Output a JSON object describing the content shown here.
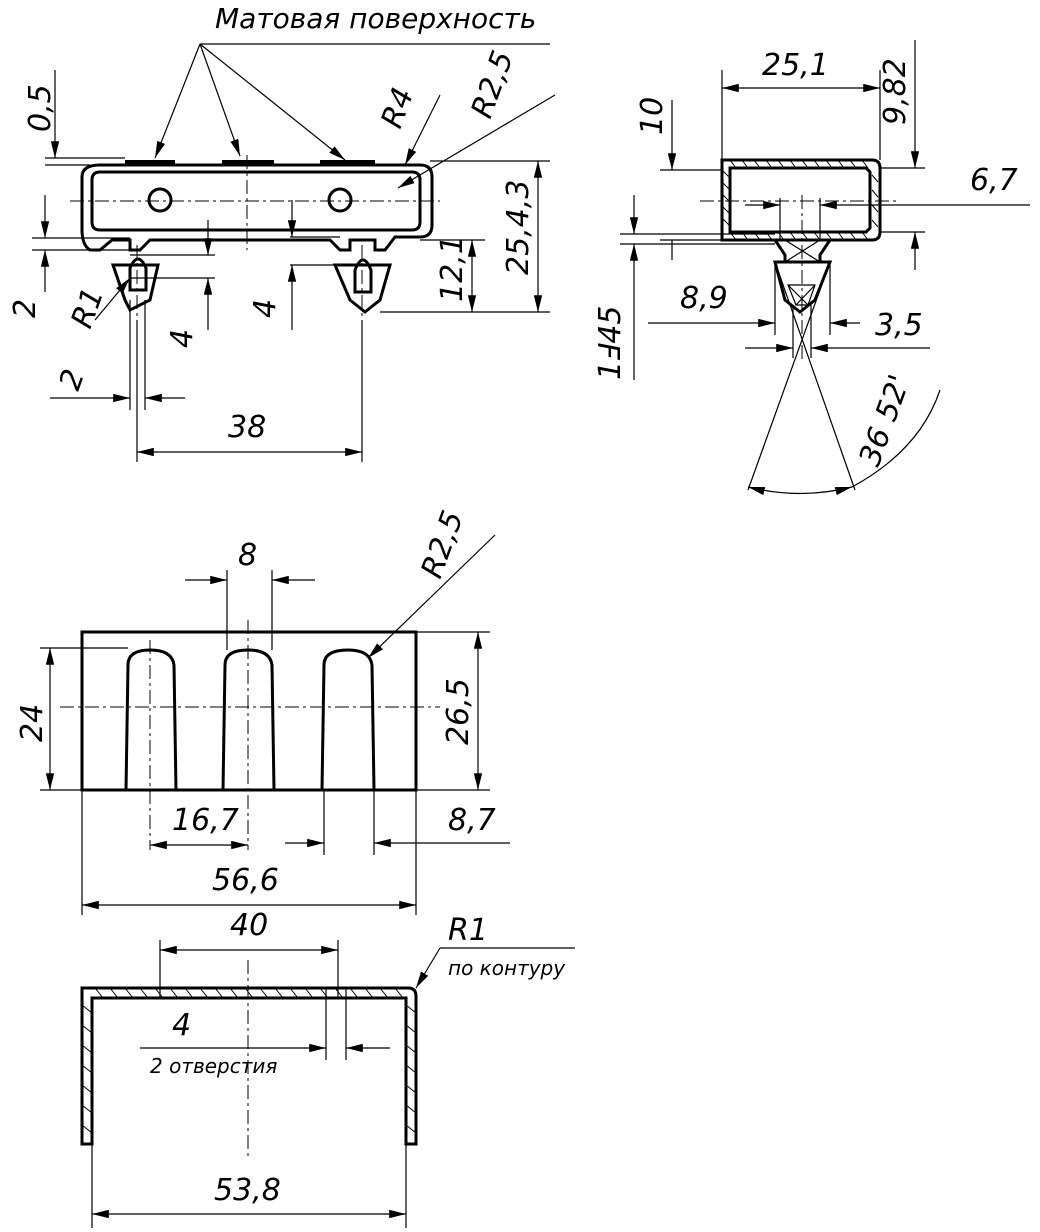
{
  "labels": {
    "matte_surface": "Матовая поверхность",
    "d_0_5": "0,5",
    "d_R4": "R4",
    "d_R2_5_top": "R2,5",
    "d_25_4_3": "25,4,3",
    "d_12_1": "12,1",
    "d_2_left": "2",
    "d_R1_left": "R1",
    "d_2_bottom": "2",
    "d_4_a": "4",
    "d_4_b": "4",
    "d_38": "38",
    "d_25_1": "25,1",
    "d_10": "10",
    "d_9_82": "9,82",
    "d_6_7": "6,7",
    "d_1_45": "1Ⅎ45",
    "d_8_9": "8,9",
    "d_3_5": "3,5",
    "d_angle": "36 52'",
    "d_8": "8",
    "d_R2_5_front": "R2,5",
    "d_24": "24",
    "d_26_5": "26,5",
    "d_16_7": "16,7",
    "d_8_7": "8,7",
    "d_56_6": "56,6",
    "d_40": "40",
    "d_R1": "R1",
    "along_contour": "по контуру",
    "d_4_hole": "4",
    "two_holes": "2 отверстия",
    "d_53_8": "53,8"
  }
}
